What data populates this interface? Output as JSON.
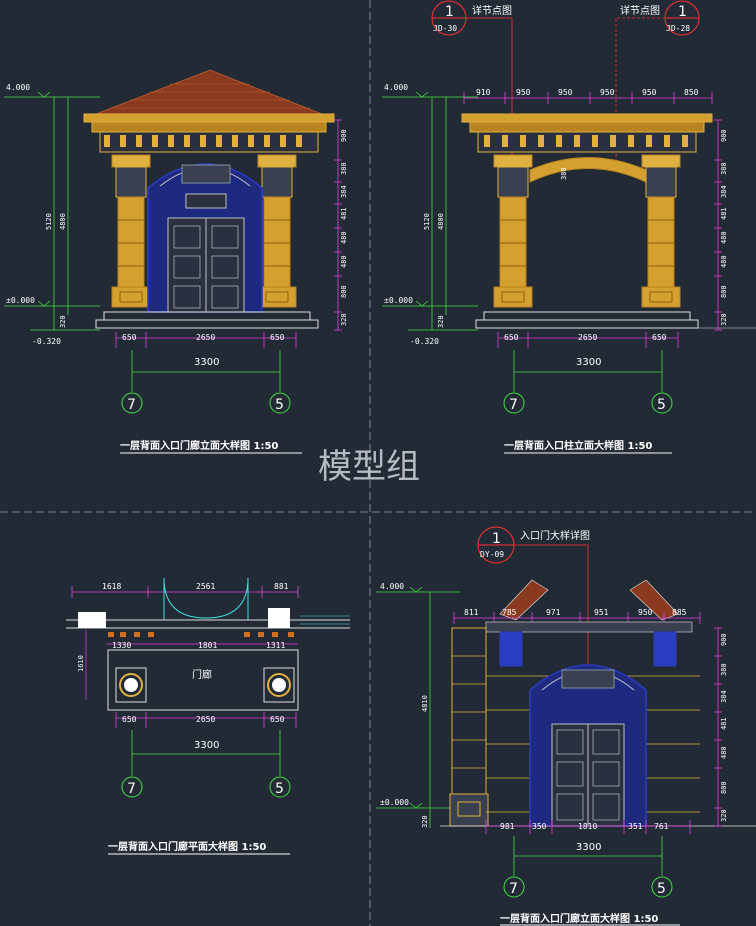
{
  "watermark": "模型组",
  "colors": {
    "background": "#222a35",
    "gold": "#e0b040",
    "brown_roof": "#8a3a1e",
    "blue": "#2a3cc0",
    "magenta": "#e040e0",
    "green": "#40e040",
    "red_callout": "#ff3030",
    "cyan": "#40e0e0",
    "white": "#ffffff"
  },
  "panels": {
    "top_left": {
      "title": "一层背面入口门廊立面大样图 1:50",
      "levels": [
        "4.000",
        "±0.000",
        "-0.320"
      ],
      "vertical_dims": [
        "5120",
        "4800",
        "320"
      ],
      "bottom_dims": [
        "650",
        "2650",
        "650"
      ],
      "total": "3300",
      "axes": [
        "7",
        "5"
      ]
    },
    "top_right": {
      "title": "一层背面入口柱立面大样图 1:50",
      "callout_left": {
        "num": "1",
        "ref": "JD-30",
        "label": "详节点图"
      },
      "callout_right": {
        "num": "1",
        "ref": "JD-28",
        "label": "详节点图"
      },
      "top_dims": [
        "910",
        "950",
        "950",
        "950",
        "950",
        "850"
      ],
      "levels": [
        "4.000",
        "±0.000",
        "-0.320"
      ],
      "vertical_dims": [
        "5120",
        "4800",
        "320"
      ],
      "small_dim": "380",
      "bottom_dims": [
        "650",
        "2650",
        "650"
      ],
      "total": "3300",
      "axes": [
        "7",
        "5"
      ]
    },
    "bottom_left": {
      "title": "一层背面入口门廊平面大样图 1:50",
      "top_dims": [
        "1618",
        "2561",
        "881"
      ],
      "inner_dims": [
        "1330",
        "1801",
        "1311"
      ],
      "side_dim": "1610",
      "room_label": "门廊",
      "bottom_dims": [
        "650",
        "2650",
        "650"
      ],
      "total": "3300",
      "axes": [
        "7",
        "5"
      ]
    },
    "bottom_right": {
      "title": "一层背面入口门廊立面大样图 1:50",
      "callout": {
        "num": "1",
        "ref": "DY-09",
        "label": "入口门大样详图"
      },
      "top_dims": [
        "811",
        "785",
        "971",
        "951",
        "950",
        "885"
      ],
      "levels": [
        "4.000",
        "±0.000"
      ],
      "vertical_dims": [
        "4810",
        "320"
      ],
      "bottom_dims": [
        "981",
        "350",
        "1810",
        "351",
        "761"
      ],
      "total": "3300",
      "axes": [
        "7",
        "5"
      ]
    }
  },
  "right_scale_dims": [
    "900",
    "380",
    "384",
    "481",
    "480",
    "480",
    "800",
    "320"
  ]
}
